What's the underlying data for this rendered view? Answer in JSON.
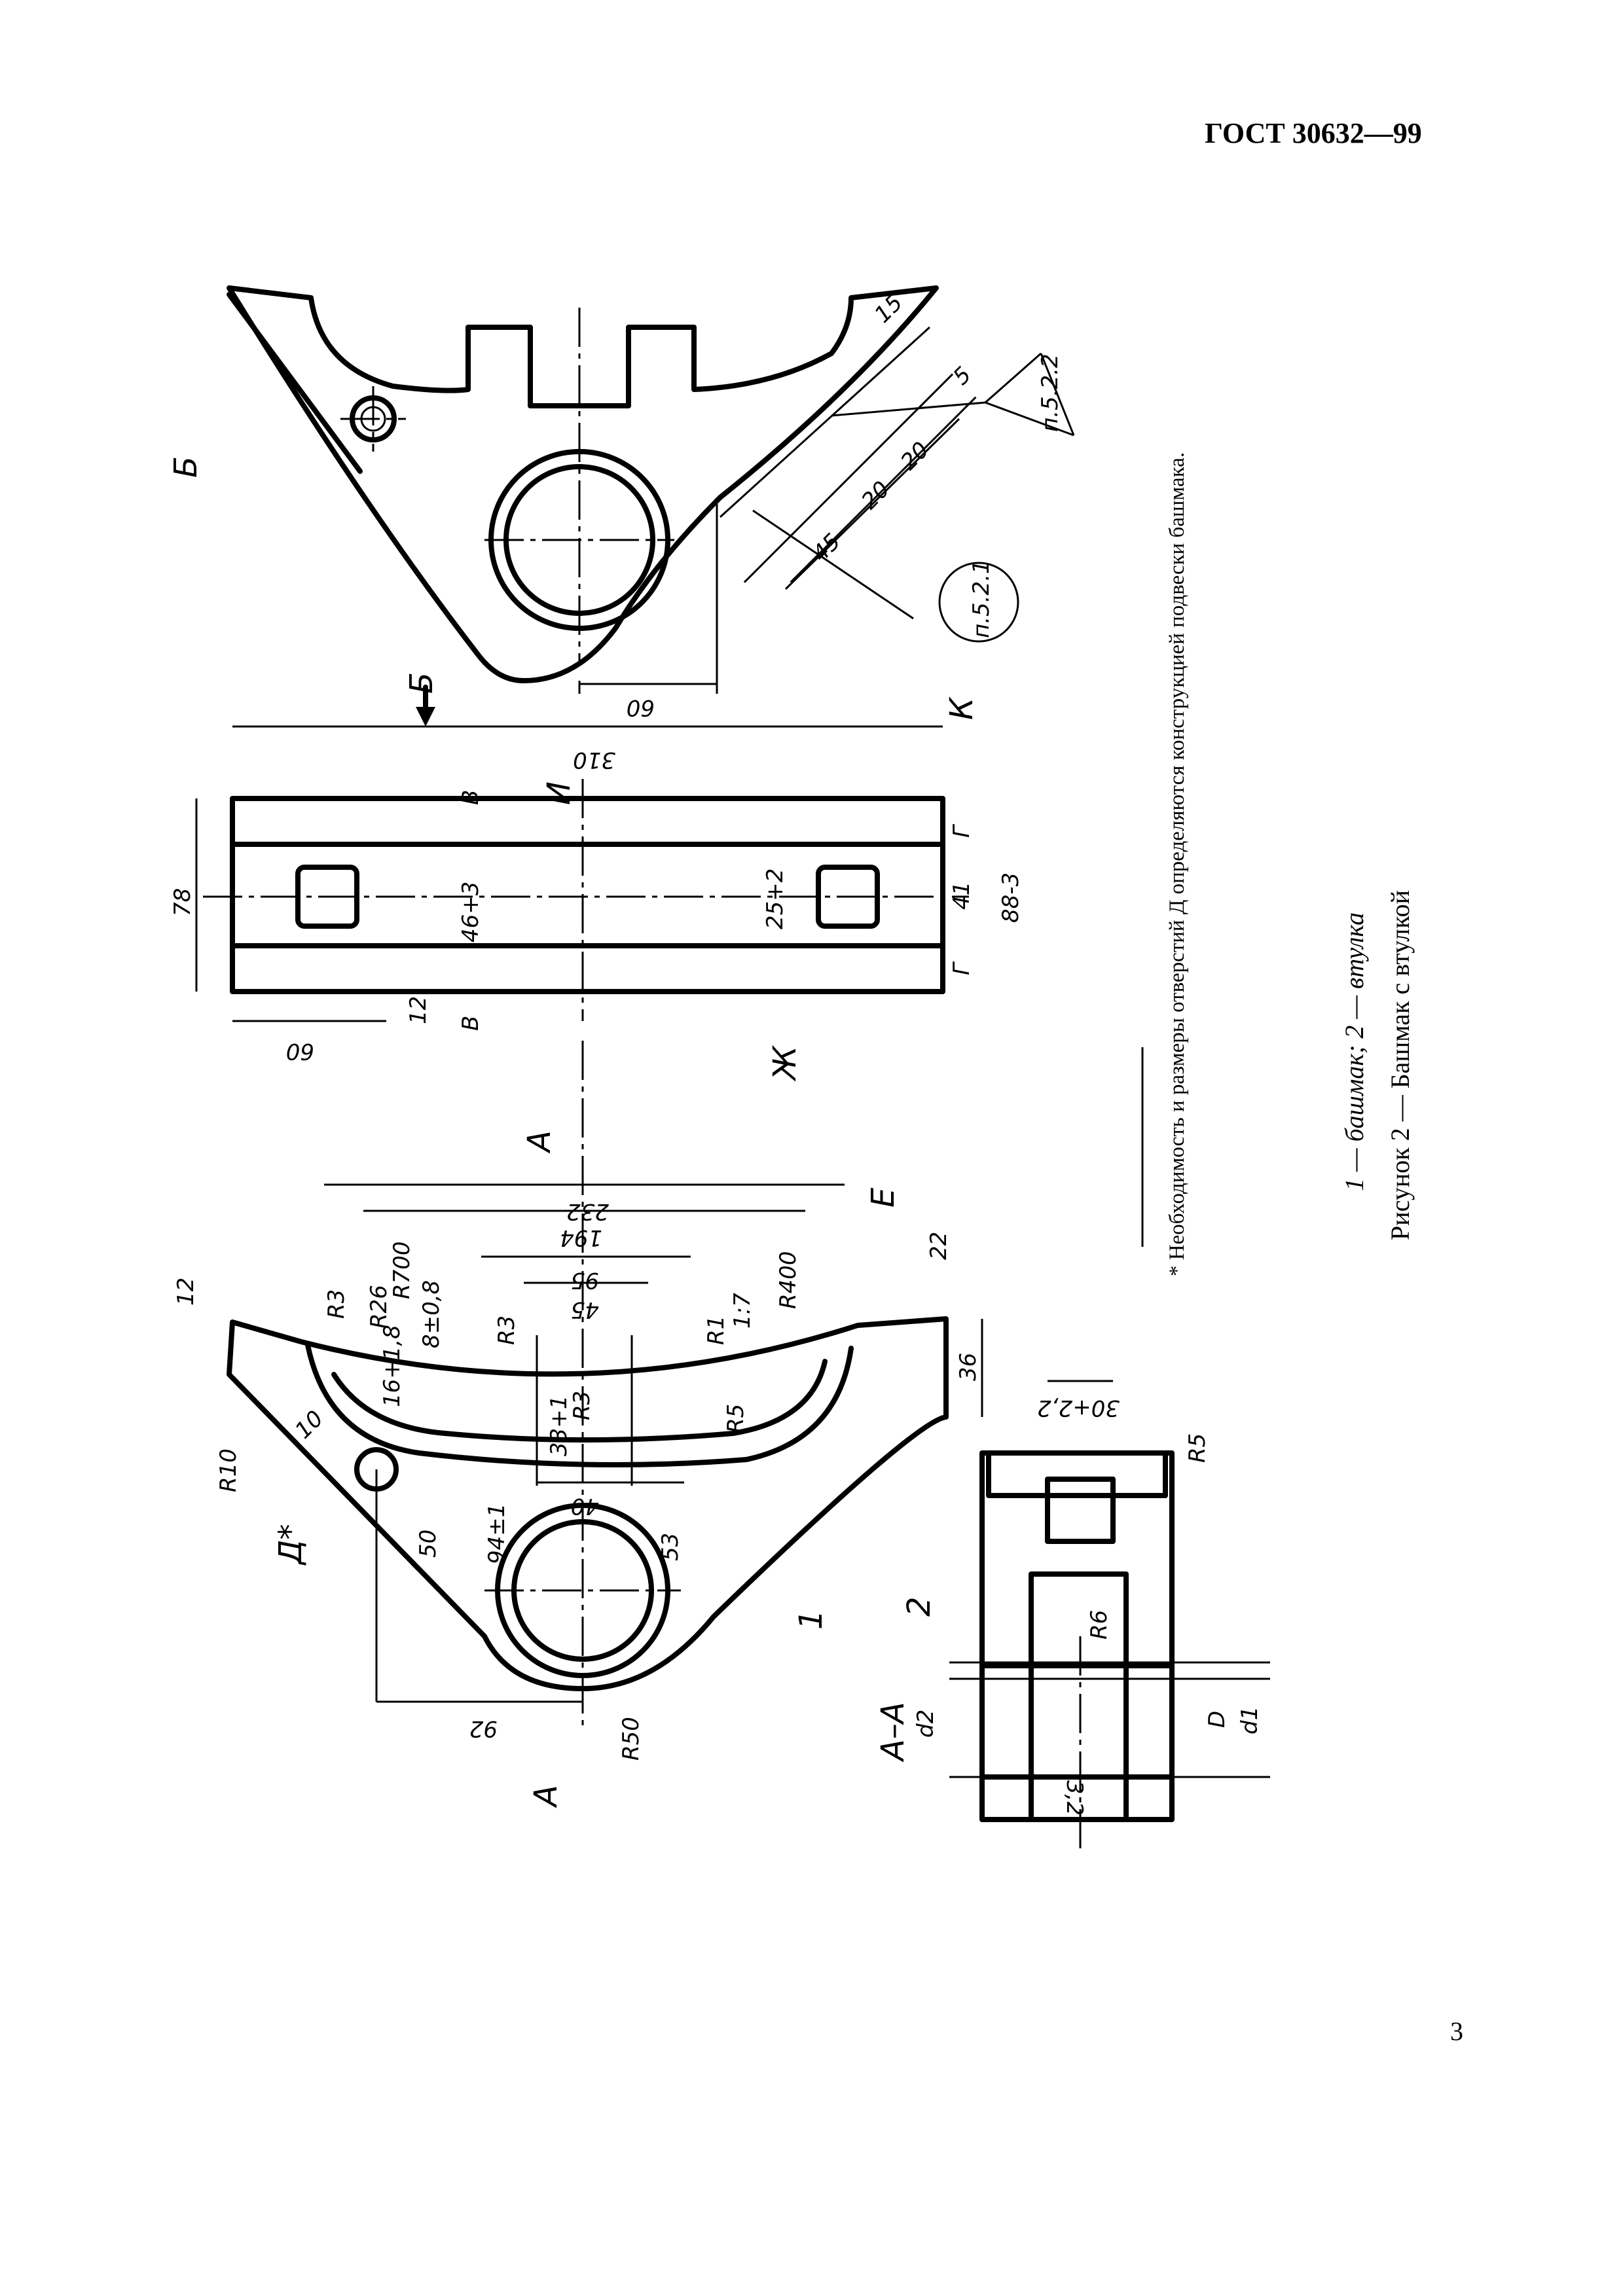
{
  "header": {
    "doc_number": "ГОСТ 30632—99"
  },
  "page_number": "3",
  "captions": {
    "figure": "Рисунок 2  —  Башмак с втулкой",
    "legend": "1 — башмак; 2 — втулка",
    "footnote": "* Необходимость и размеры отверстий Д определяются конструкцией подвески башмака."
  },
  "drawing": {
    "view_labels": {
      "view_b": "Б",
      "view_b_arrow": "Б",
      "section_a_top": "А",
      "section_a_bottom": "А",
      "section_aa": "А–А"
    },
    "feature_labels": {
      "e": "Е",
      "k": "К",
      "i": "И",
      "zh": "Ж",
      "d_star": "Д*",
      "v1": "В",
      "v2": "В",
      "g1": "Г",
      "g2": "Г"
    },
    "callouts": {
      "p521": "п.5.2.1",
      "p522": "п.5.2.2"
    },
    "part_numbers": {
      "part1": "1",
      "part2": "2"
    },
    "dimensions": {
      "d310": "310",
      "d78": "78",
      "d60a": "60",
      "d60b": "60",
      "d12a": "12",
      "d12b": "12",
      "d46": "46+3",
      "d25": "25+2",
      "d41": "41",
      "d88": "88-3",
      "d232": "232",
      "d194": "194",
      "d95": "95",
      "d45a": "45",
      "d45b": "45",
      "d20a": "20",
      "d20b": "20",
      "d15": "15",
      "d5": "5",
      "r700": "R700",
      "r400": "R400",
      "r26": "R26",
      "r3a": "R3",
      "r3b": "R3",
      "r3c": "R3",
      "r1": "R1",
      "slope": "1:7",
      "r5a": "R5",
      "r5b": "R5",
      "r6": "R6",
      "r10": "R10",
      "r50": "R50",
      "d8": "8±0,8",
      "d16": "16+1,8",
      "d33": "33+1",
      "d40": "40",
      "d94": "94±1",
      "d50": "50",
      "d53": "53",
      "d92": "92",
      "d10": "10",
      "d36": "36",
      "d22": "22",
      "d30": "30+2,2",
      "d_big": "D",
      "d1": "d1",
      "d2": "d2",
      "d32": "3,2"
    }
  }
}
